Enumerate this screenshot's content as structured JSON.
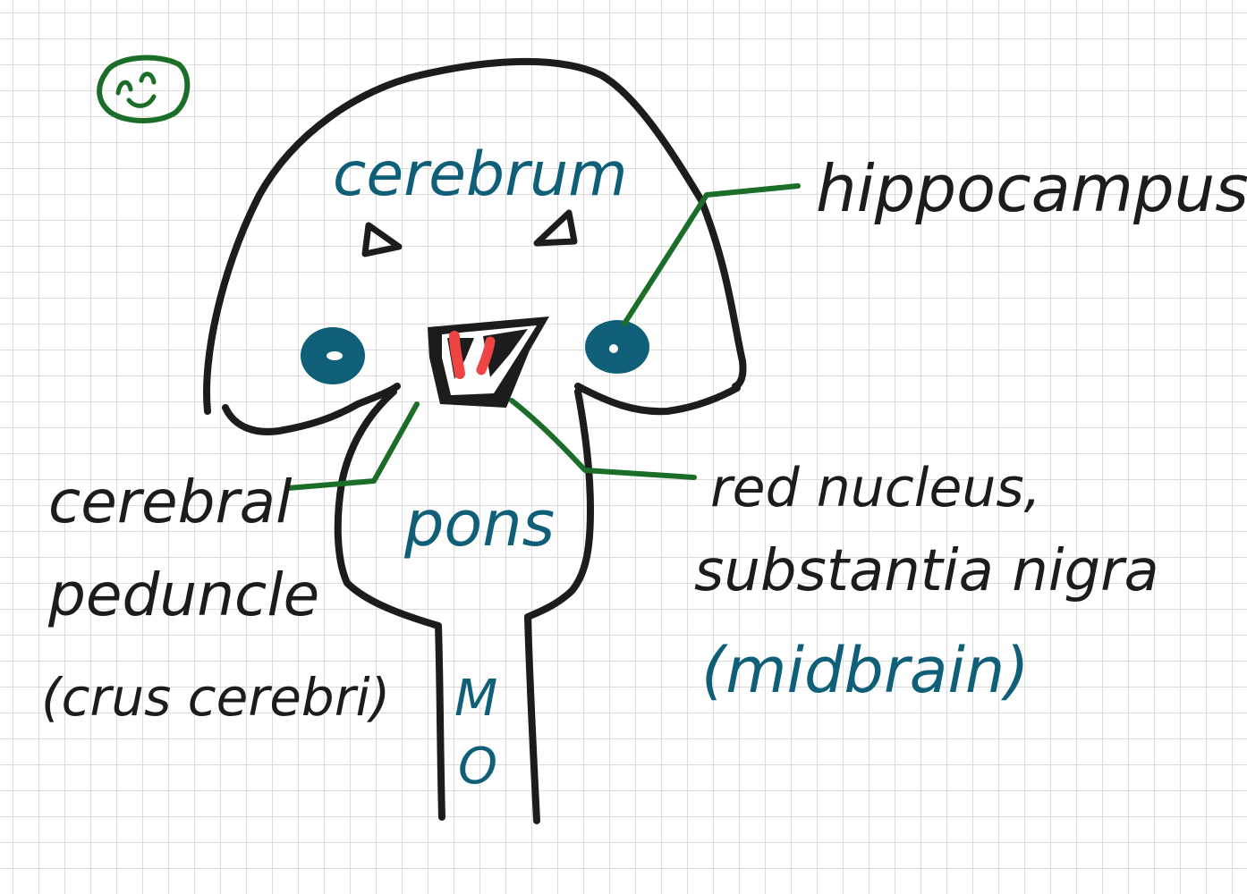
{
  "colors": {
    "outline": "#1c1c1c",
    "leader": "#1a6e28",
    "teal": "#0f5f78",
    "red": "#ef4444",
    "grid": "#dcdcdc",
    "paper": "#ffffff"
  },
  "icons": {
    "smiley": "smiley-face-icon"
  },
  "labels": {
    "cerebrum": "cerebrum",
    "pons": "pons",
    "mo_m": "M",
    "mo_o": "O",
    "hippocampus": "hippocampus",
    "red_nucleus": "red nucleus,",
    "substantia_nigra": "substantia nigra",
    "midbrain": "(midbrain)",
    "cerebral": "cerebral",
    "peduncle": "peduncle",
    "crus_cerebri": "(crus cerebri)"
  }
}
